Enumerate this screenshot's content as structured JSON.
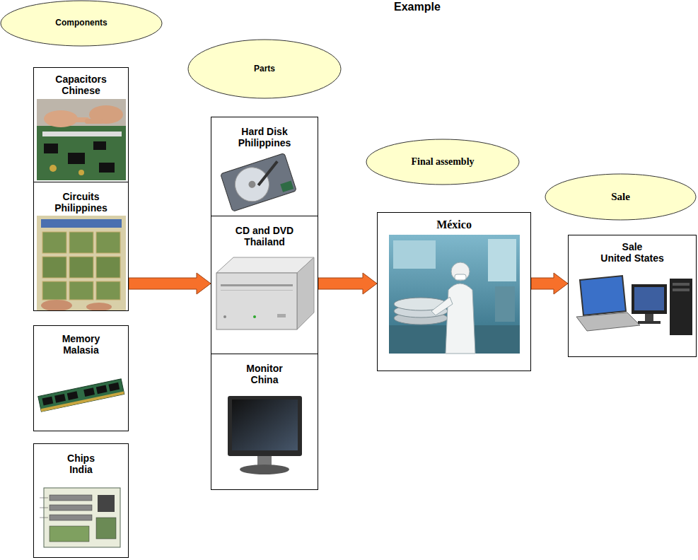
{
  "diagram": {
    "title": "Example",
    "nodes": [
      {
        "text": [
          "Components"
        ]
      },
      {
        "text": [
          "Capacitors",
          "Chinese"
        ]
      },
      {
        "text": [
          "Circuits",
          "Philippines"
        ]
      },
      {
        "text": [
          "Memory",
          "Malasia"
        ]
      },
      {
        "text": [
          "Chips",
          "India"
        ]
      },
      {
        "text": [
          "Parts"
        ]
      },
      {
        "text": [
          "Hard Disk",
          "Philippines"
        ]
      },
      {
        "text": [
          "CD and DVD",
          "Thailand"
        ]
      },
      {
        "text": [
          "Monitor",
          "China"
        ]
      },
      {
        "text": [
          "Final assembly"
        ]
      },
      {
        "text": [
          "México"
        ]
      },
      {
        "text": [
          "Sale"
        ]
      },
      {
        "text": [
          "Sale",
          "United States"
        ]
      }
    ],
    "edges": [
      {
        "from": 2,
        "to": 7,
        "arrow": "to"
      },
      {
        "from": 7,
        "to": 10,
        "arrow": "to"
      },
      {
        "from": 10,
        "to": 12,
        "arrow": "to"
      }
    ]
  }
}
